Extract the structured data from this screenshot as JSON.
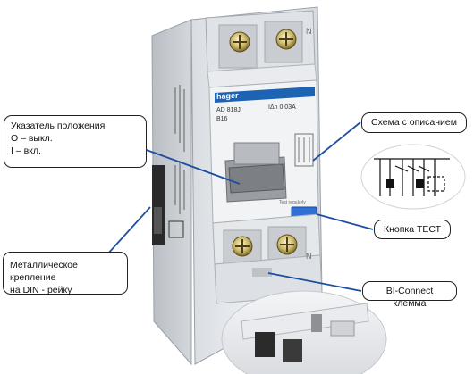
{
  "device": {
    "brand": "hager",
    "model": "AD 818J",
    "rating": "B16",
    "sensitivity": "IΔn 0,03A",
    "test_label": "Test regularly",
    "terminal_marking": "N"
  },
  "callouts": {
    "position_indicator": {
      "lines": [
        "Указатель положения",
        "O – выкл.",
        "I – вкл."
      ]
    },
    "din_mount": {
      "lines": [
        "Металлическое крепление",
        "на DIN - рейку"
      ]
    },
    "scheme": {
      "label": "Схема с описанием"
    },
    "test_button": {
      "label": "Кнопка ТЕСТ"
    },
    "bi_connect": {
      "label": "BI-Connect клемма"
    }
  },
  "colors": {
    "brand_blue": "#1d63b3",
    "test_button": "#2f6fd6",
    "device_body": "#e3e6ea",
    "toggle": "#8b8f94"
  }
}
